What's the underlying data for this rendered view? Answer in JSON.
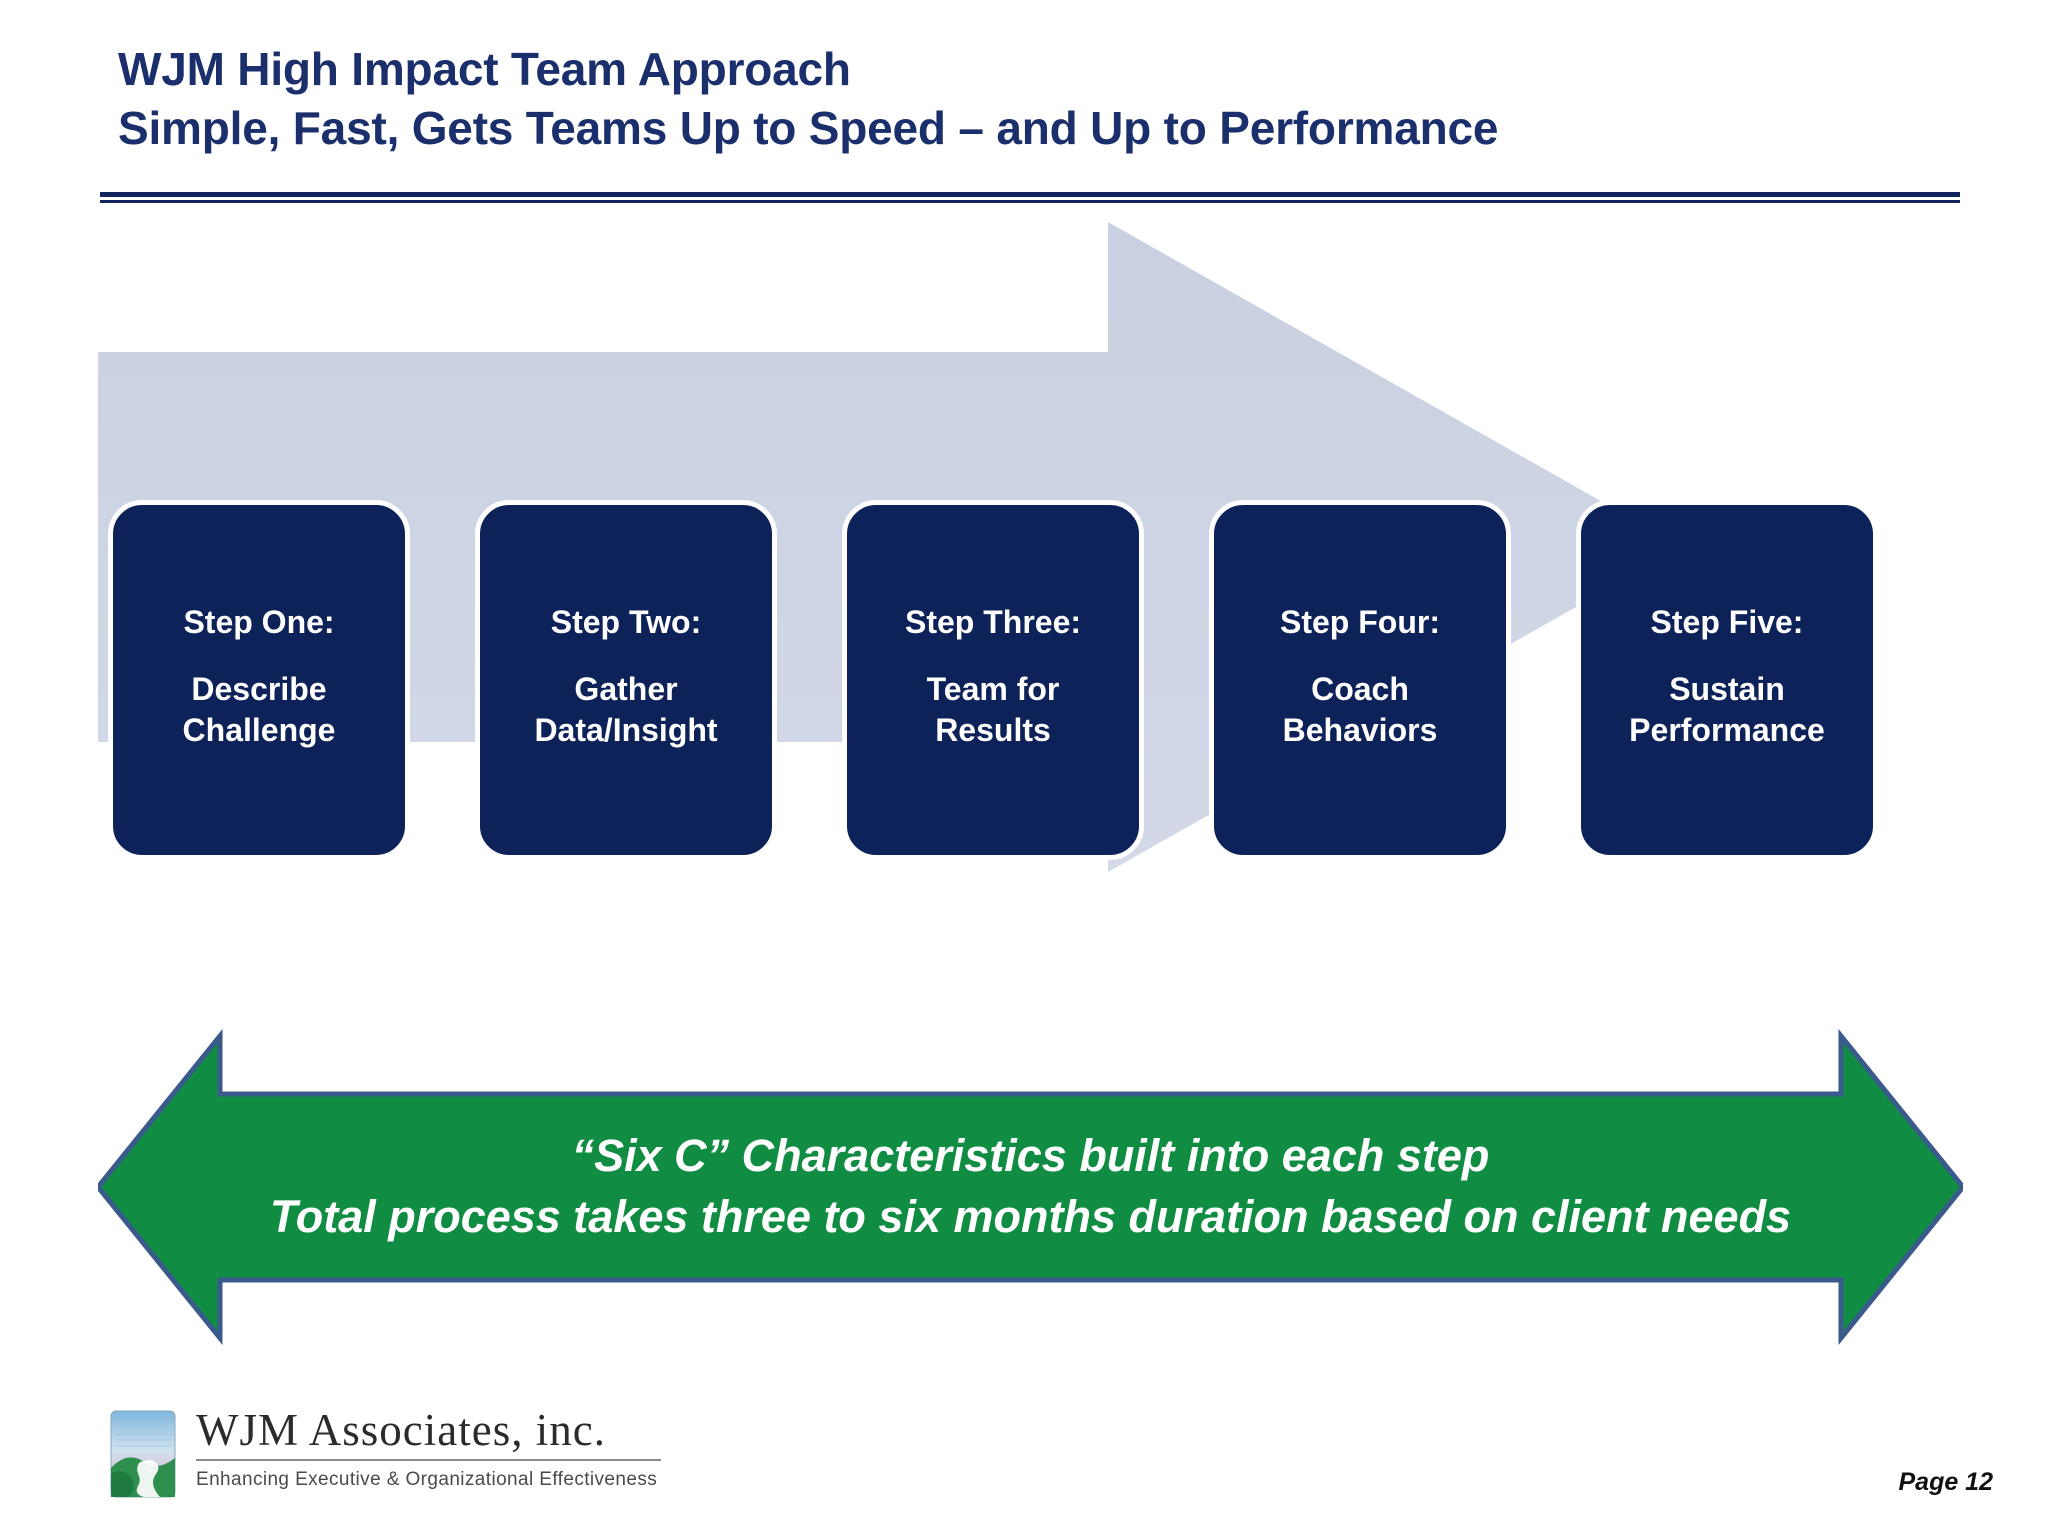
{
  "slide": {
    "title_line1": "WJM High Impact Team Approach",
    "title_line2": "Simple, Fast, Gets Teams Up to Speed – and Up to Performance",
    "page_label": "Page 12"
  },
  "colors": {
    "title_navy": "#1a2f6b",
    "box_navy": "#0d2259",
    "grey_arrow": "#ccd3e2",
    "green_arrow": "#108c43",
    "green_arrow_outline": "#3b5a8c",
    "box_border": "#ffffff"
  },
  "process": {
    "steps": [
      {
        "head": "Step One:",
        "line1": "Describe",
        "line2": "Challenge"
      },
      {
        "head": "Step Two:",
        "line1": "Gather",
        "line2": "Data/Insight"
      },
      {
        "head": "Step Three:",
        "line1": "Team for",
        "line2": "Results"
      },
      {
        "head": "Step Four:",
        "line1": "Coach",
        "line2": "Behaviors"
      },
      {
        "head": "Step Five:",
        "line1": "Sustain",
        "line2": "Performance"
      }
    ]
  },
  "callout": {
    "line1": "“Six C” Characteristics built into each step",
    "line2": "Total process takes three to six months duration based on client needs"
  },
  "logo": {
    "name": "WJM Associates, inc.",
    "tagline": "Enhancing Executive & Organizational Effectiveness"
  }
}
